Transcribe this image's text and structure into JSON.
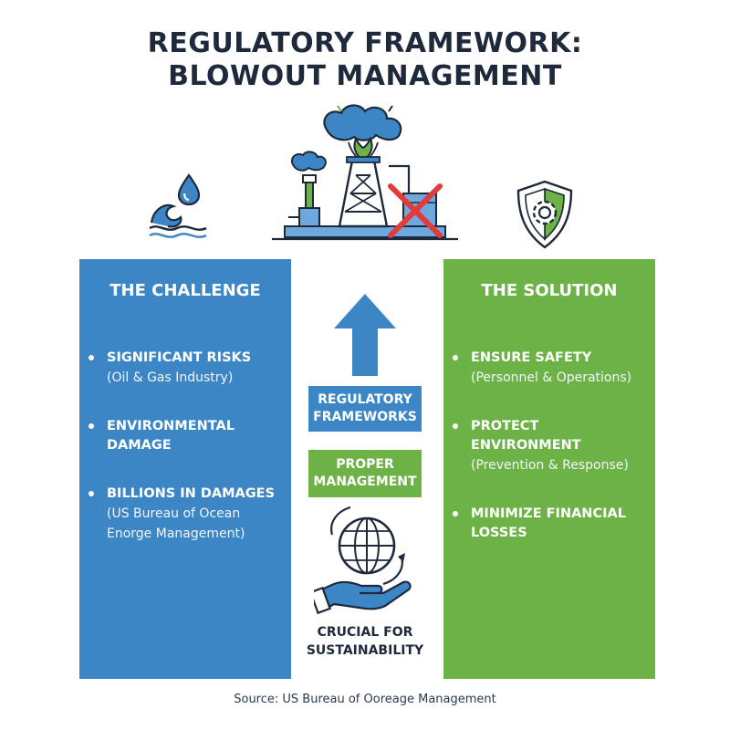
{
  "title": {
    "line1": "REGULATORY FRAMEWORK:",
    "line2": "BLOWOUT MANAGEMENT"
  },
  "icons": {
    "left": "water-drop-wave-icon",
    "center": "oil-rig-blowout-icon",
    "right": "shield-gear-icon",
    "middle_bottom": "globe-hand-icon",
    "arrow": "up-arrow-icon"
  },
  "colors": {
    "challenge_blue": "#3d86c6",
    "solution_green": "#6db246",
    "title_dark": "#1e2a3c",
    "alert_red": "#e23b3b"
  },
  "challenge": {
    "heading": "THE CHALLENGE",
    "items": [
      {
        "title": "SIGNIFICANT RISKS",
        "sub": "(Oil & Gas Industry)"
      },
      {
        "title": "ENVIRONMENTAL DAMAGE",
        "sub": ""
      },
      {
        "title": "BILLIONS IN DAMAGES",
        "sub": "(US Bureau of Ocean Enorge Management)"
      }
    ]
  },
  "center": {
    "regulatory": "REGULATORY FRAMEWORKS",
    "management": "PROPER MANAGEMENT",
    "sustainability": "CRUCIAL FOR SUSTAINABILITY"
  },
  "solution": {
    "heading": "THE SOLUTION",
    "items": [
      {
        "title": "ENSURE SAFETY",
        "sub": "(Personnel & Operations)"
      },
      {
        "title": "PROTECT ENVIRONMENT",
        "sub": "(Prevention & Response)"
      },
      {
        "title": "MINIMIZE FINANCIAL LOSSES",
        "sub": ""
      }
    ]
  },
  "source": "Source: US Bureau of Ooreage Management"
}
